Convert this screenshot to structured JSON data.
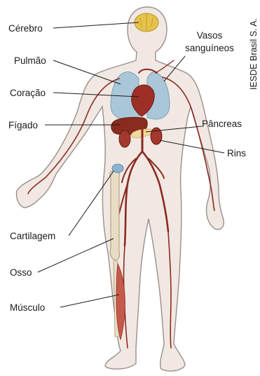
{
  "labels": {
    "brain": "Cérebro",
    "lung": "Pulmão",
    "heart": "Coração",
    "liver": "Fígado",
    "vessels_line1": "Vasos",
    "vessels_line2": "sanguíneos",
    "pancreas": "Pâncreas",
    "kidneys": "Rins",
    "cartilage": "Cartilagem",
    "bone": "Osso",
    "muscle": "Músculo"
  },
  "credit": "IESDE Brasil S. A.",
  "colors": {
    "skin": "#f1e8e3",
    "outline": "#9a8f8a",
    "brain": "#e6c24a",
    "lungs": "#a9c7d8",
    "heart": "#9e2f26",
    "liver": "#8a2b1f",
    "vessel": "#8b2a22",
    "pancreas": "#f3d9a0",
    "bone": "#e8dcc4",
    "cartilage": "#8db3d1",
    "muscle": "#c65a4a"
  }
}
